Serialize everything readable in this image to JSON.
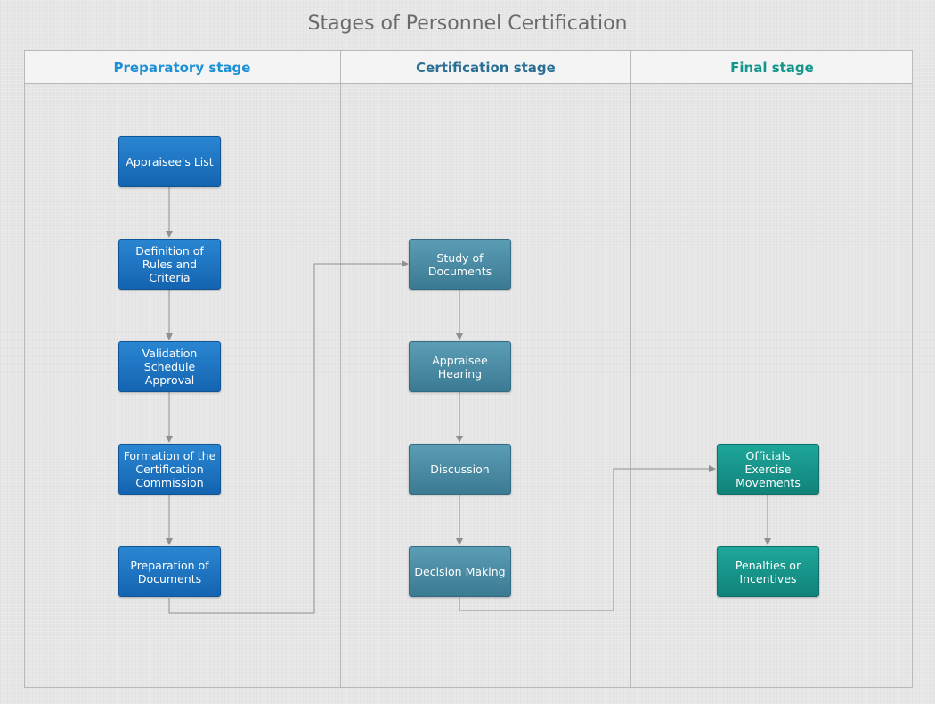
{
  "title": "Stages of Personnel Certification",
  "lanes": [
    {
      "label": "Preparatory stage",
      "color": "#1d8fd6"
    },
    {
      "label": "Certification stage",
      "color": "#2a6f93"
    },
    {
      "label": "Final stage",
      "color": "#12958a"
    }
  ],
  "nodes": {
    "appraisees_list": "Appraisee's List",
    "definition_rules": "Definition of Rules and Criteria",
    "validation_schedule": "Validation Schedule Approval",
    "formation_commission": "Formation of the Certification Commission",
    "preparation_documents": "Preparation of Documents",
    "study_documents": "Study of Documents",
    "appraisee_hearing": "Appraisee Hearing",
    "discussion": "Discussion",
    "decision_making": "Decision Making",
    "officials_exercise": "Officials Exercise Movements",
    "penalties_incentives": "Penalties or Incentives"
  },
  "colors": {
    "connector": "#8f8f8f",
    "preparatory_node": "#1a73c2",
    "certification_node": "#4a8ca5",
    "final_node": "#16958a"
  }
}
